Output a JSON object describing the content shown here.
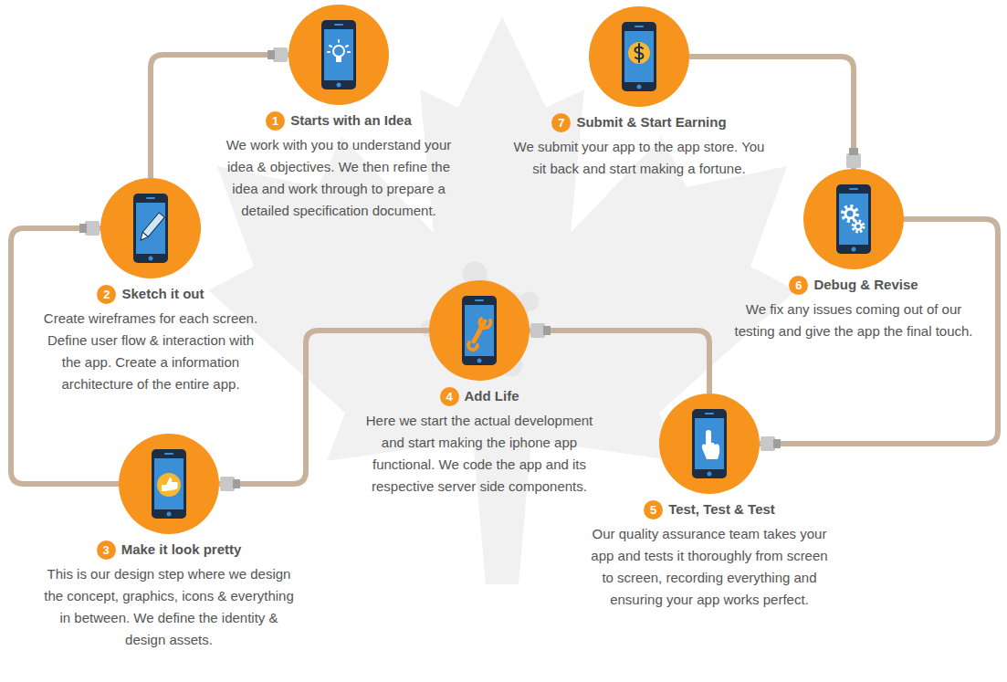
{
  "diagram": {
    "nodes": [
      {
        "text": [
          "Starts with an Idea",
          "We work with you to understand your idea & objectives. We then refine the idea and work through to prepare a detailed specification document."
        ]
      },
      {
        "text": [
          "Sketch it out",
          "Create wireframes for each screen. Define user flow & interaction with the app. Create a information architecture of the entire app."
        ]
      },
      {
        "text": [
          "Make it look pretty",
          "This is our design step where we design the concept, graphics, icons & everything in between. We define the identity & design assets."
        ]
      },
      {
        "text": [
          "Add Life",
          "Here we start the actual development and start making the iphone app functional. We code the app and its respective server side components."
        ]
      },
      {
        "text": [
          "Test, Test & Test",
          "Our quality assurance team takes your app and tests it thoroughly from screen to screen, recording everything and ensuring your app works perfect."
        ]
      },
      {
        "text": [
          "Debug & Revise",
          "We fix any issues coming out of our testing and give the app the final touch."
        ]
      },
      {
        "text": [
          "Submit & Start Earning",
          "We submit your app to the app store. You sit back and start making a fortune."
        ]
      }
    ],
    "edges": [
      {
        "from": 0,
        "to": 1,
        "arrow": "none"
      },
      {
        "from": 1,
        "to": 2,
        "arrow": "none"
      },
      {
        "from": 2,
        "to": 3,
        "arrow": "none"
      },
      {
        "from": 3,
        "to": 4,
        "arrow": "none"
      },
      {
        "from": 4,
        "to": 5,
        "arrow": "none"
      },
      {
        "from": 5,
        "to": 6,
        "arrow": "none"
      }
    ],
    "labels": [
      "1",
      "2",
      "3",
      "4",
      "5",
      "6",
      "7"
    ]
  }
}
